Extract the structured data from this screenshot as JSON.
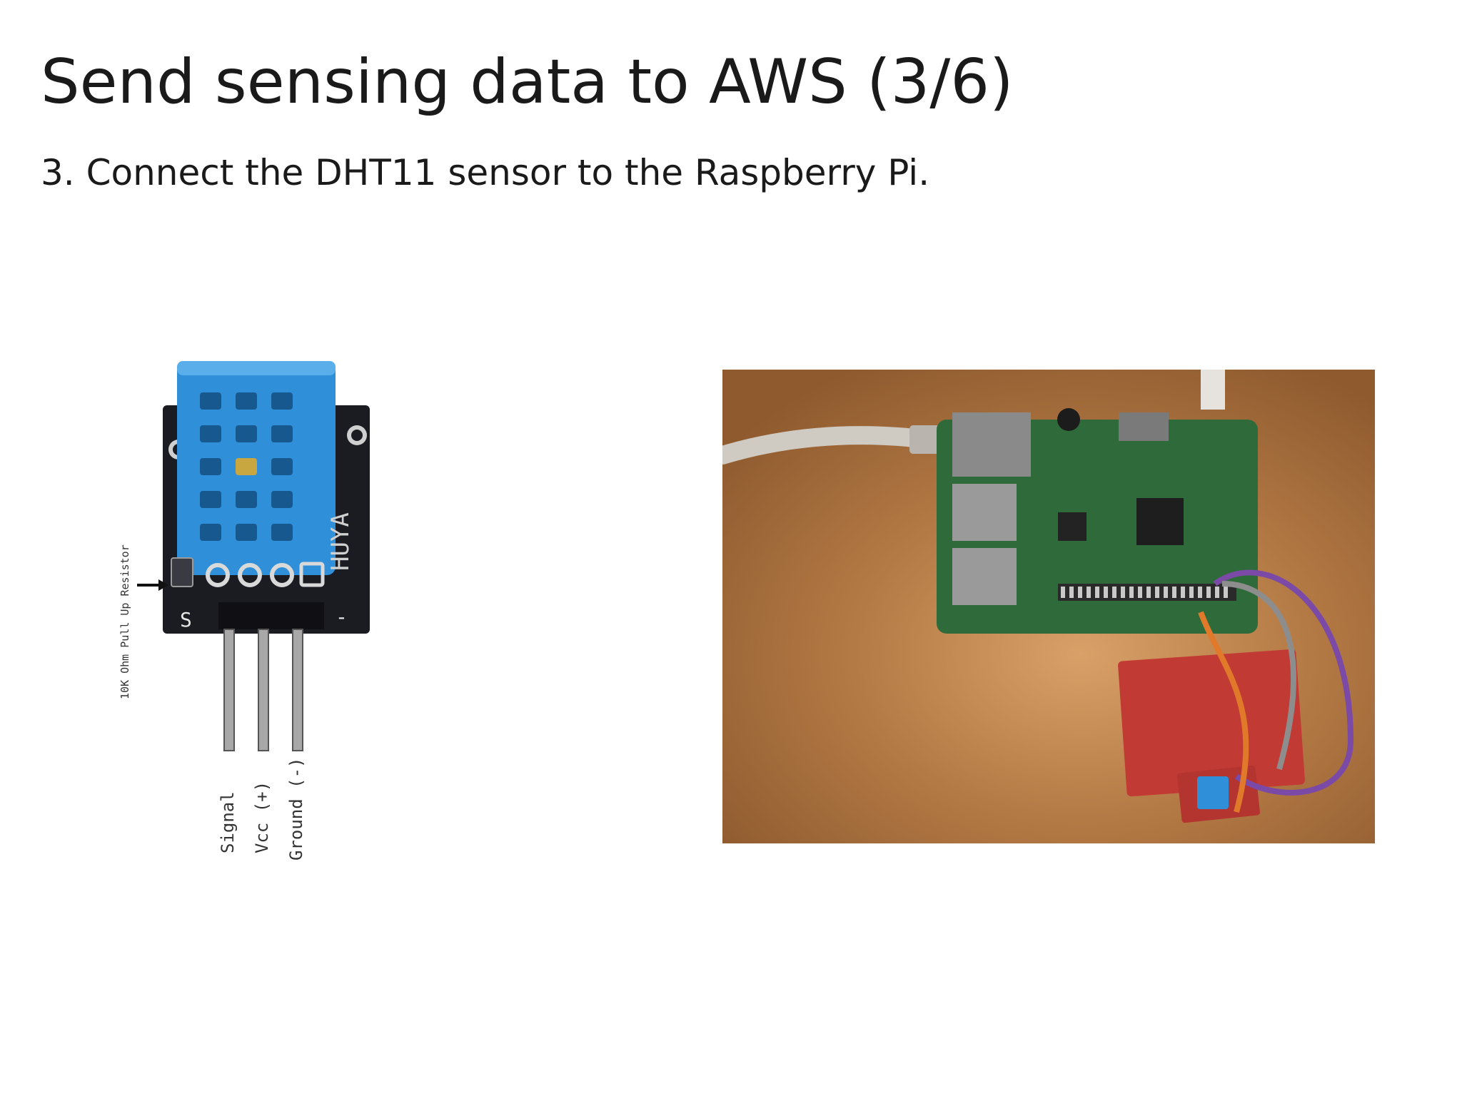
{
  "slide": {
    "title": "Send sensing data to AWS (3/6)",
    "bullet": "3. Connect the DHT11 sensor to the Raspberry Pi."
  },
  "sensor_diagram": {
    "resistor_label": "10K Ohm Pull Up Resistor",
    "pin_labels": [
      "Signal",
      "Vcc (+)",
      "Ground (-)"
    ],
    "board_marks": {
      "signal_mark": "S",
      "ground_mark": "-",
      "brand": "HUYA"
    }
  },
  "photo": {
    "subject": "Raspberry Pi with DHT11 sensor on breadboard"
  },
  "colors": {
    "sensor_blue": "#2f8fd8",
    "pcb_black": "#1b1b22",
    "pcb_green": "#2f6b3a",
    "desk_wood": "#b47a45",
    "breadboard_red": "#c23a34"
  }
}
